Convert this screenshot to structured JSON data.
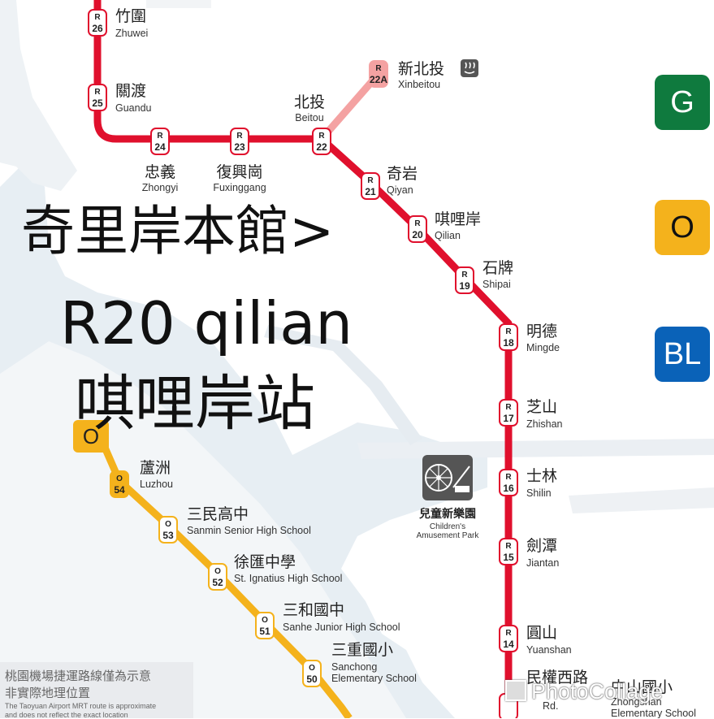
{
  "stations_red": [
    {
      "code_top": "R",
      "code_num": "26",
      "zh": "竹圍",
      "en": "Zhuwei"
    },
    {
      "code_top": "R",
      "code_num": "25",
      "zh": "關渡",
      "en": "Guandu"
    },
    {
      "code_top": "R",
      "code_num": "24",
      "zh": "忠義",
      "en": "Zhongyi"
    },
    {
      "code_top": "R",
      "code_num": "23",
      "zh": "復興崗",
      "en": "Fuxinggang"
    },
    {
      "code_top": "R",
      "code_num": "22",
      "zh": "北投",
      "en": "Beitou"
    },
    {
      "code_top": "R",
      "code_num": "21",
      "zh": "奇岩",
      "en": "Qiyan"
    },
    {
      "code_top": "R",
      "code_num": "20",
      "zh": "唭哩岸",
      "en": "Qilian"
    },
    {
      "code_top": "R",
      "code_num": "19",
      "zh": "石牌",
      "en": "Shipai"
    },
    {
      "code_top": "R",
      "code_num": "18",
      "zh": "明德",
      "en": "Mingde"
    },
    {
      "code_top": "R",
      "code_num": "17",
      "zh": "芝山",
      "en": "Zhishan"
    },
    {
      "code_top": "R",
      "code_num": "16",
      "zh": "士林",
      "en": "Shilin"
    },
    {
      "code_top": "R",
      "code_num": "15",
      "zh": "劍潭",
      "en": "Jiantan"
    },
    {
      "code_top": "R",
      "code_num": "14",
      "zh": "圓山",
      "en": "Yuanshan"
    },
    {
      "code_top": "",
      "code_num": "",
      "zh": "民權西路",
      "en": "Rd."
    }
  ],
  "stations_pink": [
    {
      "code_top": "R",
      "code_num": "22A",
      "zh": "新北投",
      "en": "Xinbeitou"
    }
  ],
  "stations_orange": [
    {
      "code_top": "O",
      "code_num": "54",
      "zh": "蘆洲",
      "en": "Luzhou"
    },
    {
      "code_top": "O",
      "code_num": "53",
      "zh": "三民高中",
      "en": "Sanmin Senior High School"
    },
    {
      "code_top": "O",
      "code_num": "52",
      "zh": "徐匯中學",
      "en": "St. Ignatius High School"
    },
    {
      "code_top": "O",
      "code_num": "51",
      "zh": "三和國中",
      "en": "Sanhe Junior High School"
    },
    {
      "code_top": "O",
      "code_num": "50",
      "zh": "三重國小",
      "en": "Sanchong",
      "en2": "Elementary School"
    }
  ],
  "partial_station": {
    "zh": "中山國小",
    "en": "Zhongshan",
    "en2": "Elementary School"
  },
  "landmark": {
    "zh": "兒童新樂園",
    "en": "Children's",
    "en2": "Amusement Park"
  },
  "line_badges": [
    {
      "code": "G",
      "color": "#0f7a3e"
    },
    {
      "code": "O",
      "color": "#f4b21c"
    },
    {
      "code": "BL",
      "color": "#0a62b8"
    }
  ],
  "colors": {
    "red_line": "#e0102d",
    "pink_line": "#f4a2a2",
    "orange_line": "#f4b21c"
  },
  "overlay": {
    "line1": "奇里岸本館>",
    "line2": "R20 qilian",
    "line3": "唭哩岸站"
  },
  "note": {
    "zh1": "桃園機場捷運路線僅為示意",
    "zh2": "非實際地理位置",
    "en1": "The Taoyuan Airport MRT route is approximate",
    "en2": "and does not reflect the exact location"
  },
  "watermark": "PhotoCollage"
}
